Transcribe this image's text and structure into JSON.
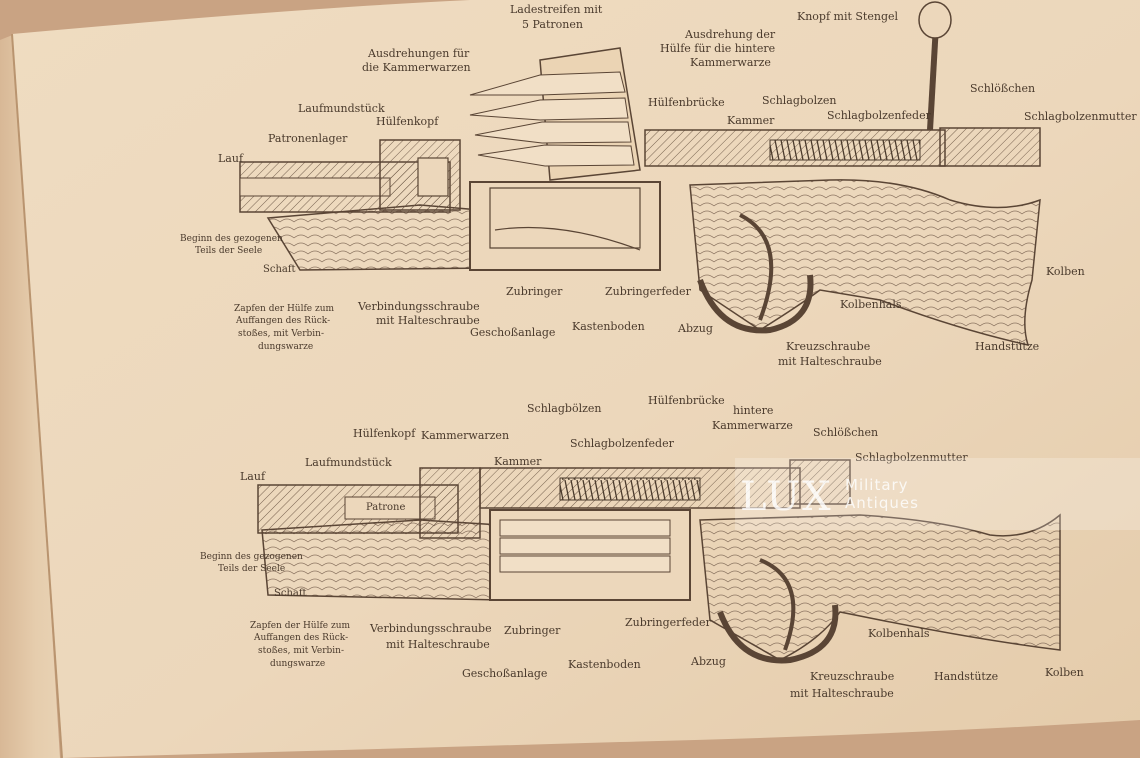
{
  "colors": {
    "paper": "#eedcc2",
    "paper_dark": "#d9bf9c",
    "ink": "#5a4535",
    "cover": "#c9a383"
  },
  "diagram_top": {
    "labels": {
      "ladestreifen": "Ladestreifen mit",
      "patronen": "5 Patronen",
      "ausdrehung_1": "Ausdrehung der",
      "ausdrehung_2": "Hülfe für die hintere",
      "ausdrehung_3": "Kammerwarze",
      "knopf": "Knopf mit Stengel",
      "ausdrehungen_1": "Ausdrehungen für",
      "ausdrehungen_2": "die Kammerwarzen",
      "laufmund": "Laufmundstück",
      "huelsenkopf": "Hülfenkopf",
      "patronenlager": "Patronenlager",
      "lauf": "Lauf",
      "huelsenbruecke": "Hülfenbrücke",
      "schlagbolzen": "Schlagbolzen",
      "kammer": "Kammer",
      "schloesschen": "Schlößchen",
      "schlagbolzenmutter": "Schlagbolzenmutter",
      "schlagbolzenfeder": "Schlagbolzenfeder",
      "beginn_1": "Beginn des gezogenen",
      "beginn_2": "Teils der Seele",
      "schaft": "Schaft",
      "kolben": "Kolben",
      "zapfen_1": "Zapfen der Hülfe zum",
      "zapfen_2": "Auffangen des Rück-",
      "zapfen_3": "stoßes, mit Verbin-",
      "zapfen_4": "dungswarze",
      "verbindung_1": "Verbindungsschraube",
      "verbindung_2": "mit Halteschraube",
      "zubringer": "Zubringer",
      "zubringerfeder": "Zubringerfeder",
      "kolbenhals": "Kolbenhals",
      "geschossanlage": "Geschoßanlage",
      "kastenboden": "Kastenboden",
      "abzug": "Abzug",
      "kreuz_1": "Kreuzschraube",
      "kreuz_2": "mit Halteschraube",
      "handstuetze": "Handstütze"
    }
  },
  "diagram_bottom": {
    "labels": {
      "schlagbolzen": "Schlagbölzen",
      "huelsenbruecke": "Hülfenbrücke",
      "hintere_1": "hintere",
      "hintere_2": "Kammerwarze",
      "huelsenkopf": "Hülfenkopf",
      "kammerwarzen": "Kammerwarzen",
      "schlagbolzenfeder": "Schlagbolzenfeder",
      "schloesschen": "Schlößchen",
      "laufmund": "Laufmundstück",
      "kammer": "Kammer",
      "schlagbolzenmutter": "Schlagbolzenmutter",
      "lauf": "Lauf",
      "patrone": "Patrone",
      "beginn_1": "Beginn des gezogenen",
      "beginn_2": "Teils der Seele",
      "schaft": "Schaft",
      "zapfen_1": "Zapfen der Hülfe zum",
      "zapfen_2": "Auffangen des Rück-",
      "zapfen_3": "stoßes, mit Verbin-",
      "zapfen_4": "dungswarze",
      "verbindung_1": "Verbindungsschraube",
      "verbindung_2": "mit Halteschraube",
      "zubringer": "Zubringer",
      "zubringerfeder": "Zubringerfeder",
      "kolbenhals": "Kolbenhals",
      "geschossanlage": "Geschoßanlage",
      "kastenboden": "Kastenboden",
      "abzug": "Abzug",
      "kreuz_1": "Kreuzschraube",
      "kreuz_2": "mit Halteschraube",
      "handstuetze": "Handstütze",
      "kolben": "Kolben"
    }
  },
  "watermark": {
    "main": "LUX",
    "line1": "Military",
    "line2": "Antiques"
  }
}
